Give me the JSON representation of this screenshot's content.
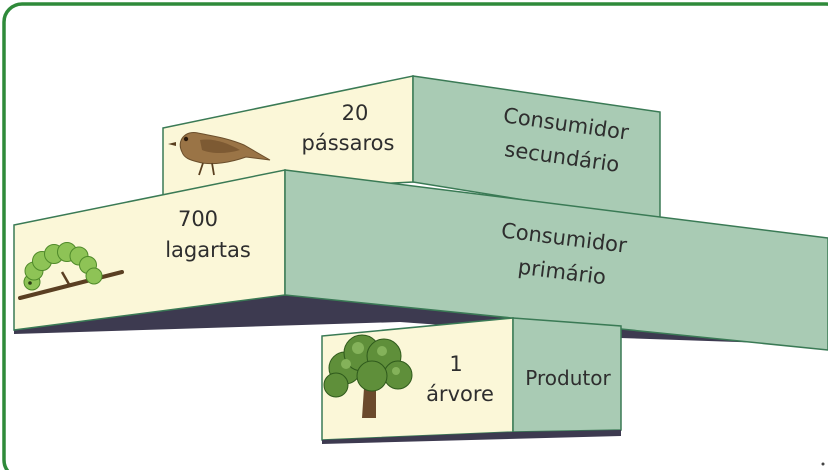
{
  "colors": {
    "frame": "#2f8a3a",
    "front_face": "#fbf7d8",
    "side_face": "#a9cbb4",
    "edge": "#3a7a55",
    "shadow": "#3d3a50"
  },
  "levels": [
    {
      "count": "20",
      "organism": "pássaros",
      "role_line1": "Consumidor",
      "role_line2": "secundário",
      "icon": "bird-icon"
    },
    {
      "count": "700",
      "organism": "lagartas",
      "role_line1": "Consumidor",
      "role_line2": "primário",
      "icon": "caterpillar-icon"
    },
    {
      "count": "1",
      "organism": "árvore",
      "role_line1": "Produtor",
      "role_line2": "",
      "icon": "tree-icon"
    }
  ]
}
